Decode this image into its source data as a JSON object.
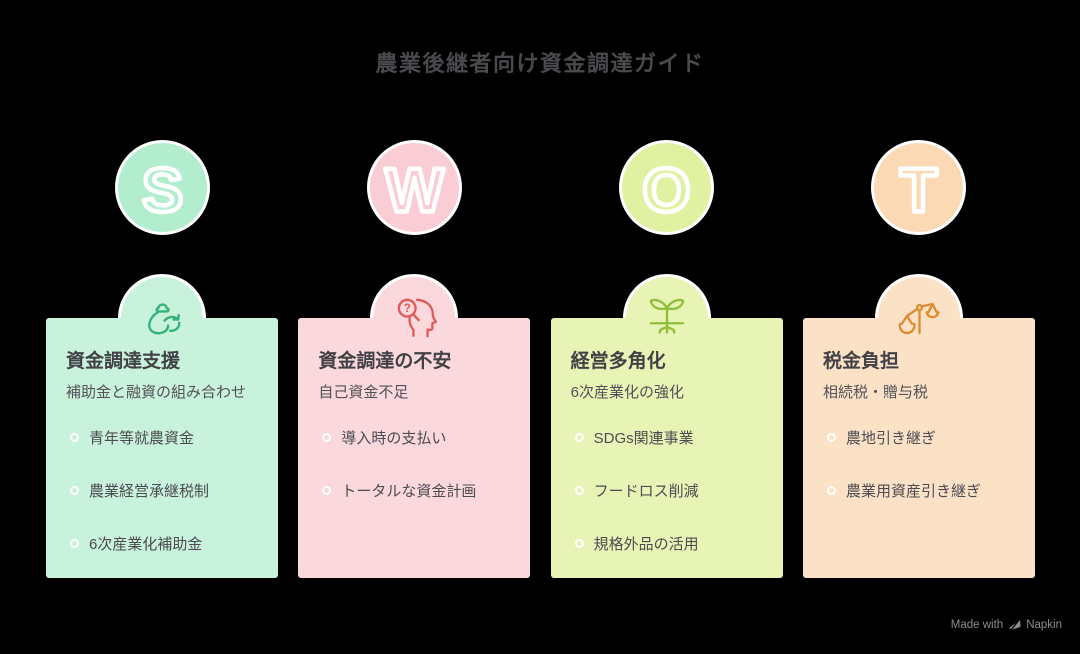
{
  "title": "農業後継者向け資金調達ガイド",
  "watermark": {
    "made_with": "Made with",
    "brand": "Napkin"
  },
  "columns": [
    {
      "letter": "S",
      "heading": "資金調達支援",
      "subheading": "補助金と融資の組み合わせ",
      "items": [
        "青年等就農資金",
        "農業経営承継税制",
        "6次産業化補助金"
      ],
      "icon": "money-bag-icon",
      "colors": {
        "circle": "#b2eecd",
        "card": "#c9f2dc",
        "icon": "#34b379"
      }
    },
    {
      "letter": "W",
      "heading": "資金調達の不安",
      "subheading": "自己資金不足",
      "items": [
        "導入時の支払い",
        "トータルな資金計画"
      ],
      "icon": "question-head-icon",
      "colors": {
        "circle": "#f9cdd3",
        "card": "#fad8dc",
        "icon": "#e25858"
      }
    },
    {
      "letter": "O",
      "heading": "経営多角化",
      "subheading": "6次産業化の強化",
      "items": [
        "SDGs関連事業",
        "フードロス削減",
        "規格外品の活用"
      ],
      "icon": "sprout-icon",
      "colors": {
        "circle": "#e0f1a1",
        "card": "#e8f4b5",
        "icon": "#8fbe3a"
      }
    },
    {
      "letter": "T",
      "heading": "税金負担",
      "subheading": "相続税・贈与税",
      "items": [
        "農地引き継ぎ",
        "農業用資産引き継ぎ"
      ],
      "icon": "balance-scale-icon",
      "colors": {
        "circle": "#fcd9b5",
        "card": "#fbe1c6",
        "icon": "#dd8c31"
      }
    }
  ]
}
